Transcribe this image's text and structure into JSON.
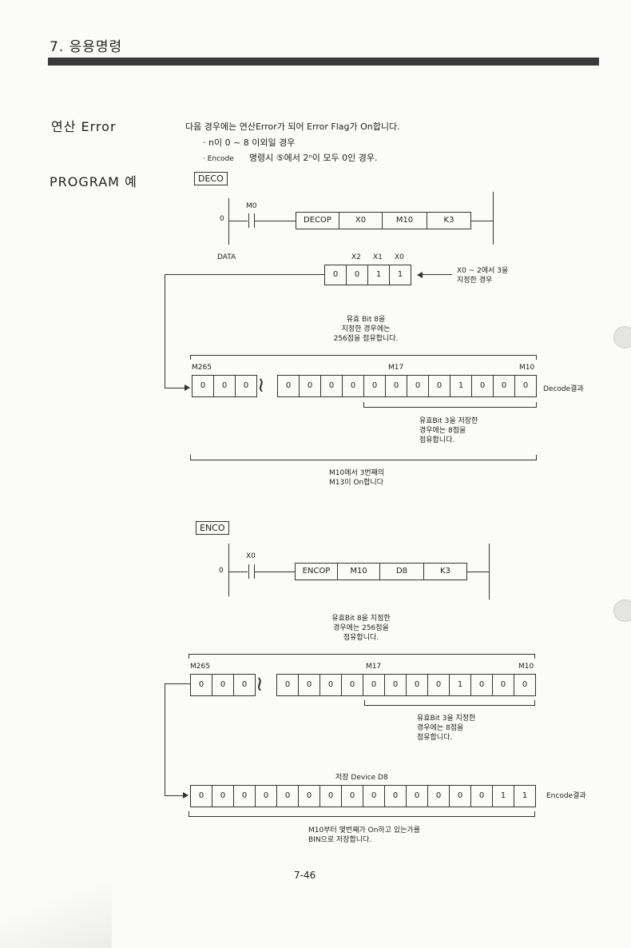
{
  "header": {
    "title": "7. 응용명령"
  },
  "error_section": {
    "label": "연산 Error",
    "line1": "다음 경우에는 연산Error가 되어 Error Flag가 On합니다.",
    "line2": "· n이 0 ~ 8 이외일 경우",
    "line3_prefix": "· Encode",
    "line3_body": "명령시 ⑤에서 2ⁿ이 모두 0인 경우."
  },
  "program_section": {
    "label": "PROGRAM 예"
  },
  "deco": {
    "box_label": "DECO",
    "step": "0",
    "contact": "M0",
    "instruction": [
      "DECOP",
      "X0",
      "M10",
      "K3"
    ],
    "data_label": "DATA",
    "input_bit_labels": [
      "X2",
      "X1",
      "X0"
    ],
    "input_bits": [
      "0",
      "0",
      "1",
      "1"
    ],
    "input_note": [
      "X0 ~ 2에서 3을",
      "지정한 경우"
    ],
    "top_note": [
      "유효 Bit 8을",
      "지정한 경우에는",
      "256점을 점유합니다."
    ],
    "row_labels": {
      "left": "M265",
      "mid": "M17",
      "right": "M10"
    },
    "result_bits_left": [
      "0",
      "0",
      "0"
    ],
    "result_bits_right": [
      "0",
      "0",
      "0",
      "0",
      "0",
      "0",
      "0",
      "0",
      "1",
      "0",
      "0",
      "0"
    ],
    "result_label": "Decode결과",
    "bottom_note": [
      "유효Bit 3을 저장한",
      "경우에는 8점을",
      "점유합니다."
    ],
    "final_note": [
      "M10에서 3번째의",
      "M13이 On합니다"
    ]
  },
  "enco": {
    "box_label": "ENCO",
    "step": "0",
    "contact": "X0",
    "instruction": [
      "ENCOP",
      "M10",
      "D8",
      "K3"
    ],
    "top_note": [
      "유효Bit 8을 지정한",
      "경우에는 256점을",
      "점유합니다."
    ],
    "row_labels": {
      "left": "M265",
      "mid": "M17",
      "right": "M10"
    },
    "source_bits_left": [
      "0",
      "0",
      "0"
    ],
    "source_bits_right": [
      "0",
      "0",
      "0",
      "0",
      "0",
      "0",
      "0",
      "0",
      "1",
      "0",
      "0",
      "0"
    ],
    "mid_note": [
      "유효Bit 3을 지정한",
      "경우에는 8점을",
      "점유합니다."
    ],
    "device_label": "저장 Device D8",
    "result_bits": [
      "0",
      "0",
      "0",
      "0",
      "0",
      "0",
      "0",
      "0",
      "0",
      "0",
      "0",
      "0",
      "0",
      "0",
      "1",
      "1"
    ],
    "result_label": "Encode결과",
    "final_note": [
      "M10부터 몇번째가 On하고 있는가를",
      "BIN으로 저장합니다."
    ]
  },
  "footer": {
    "page": "7-46"
  }
}
